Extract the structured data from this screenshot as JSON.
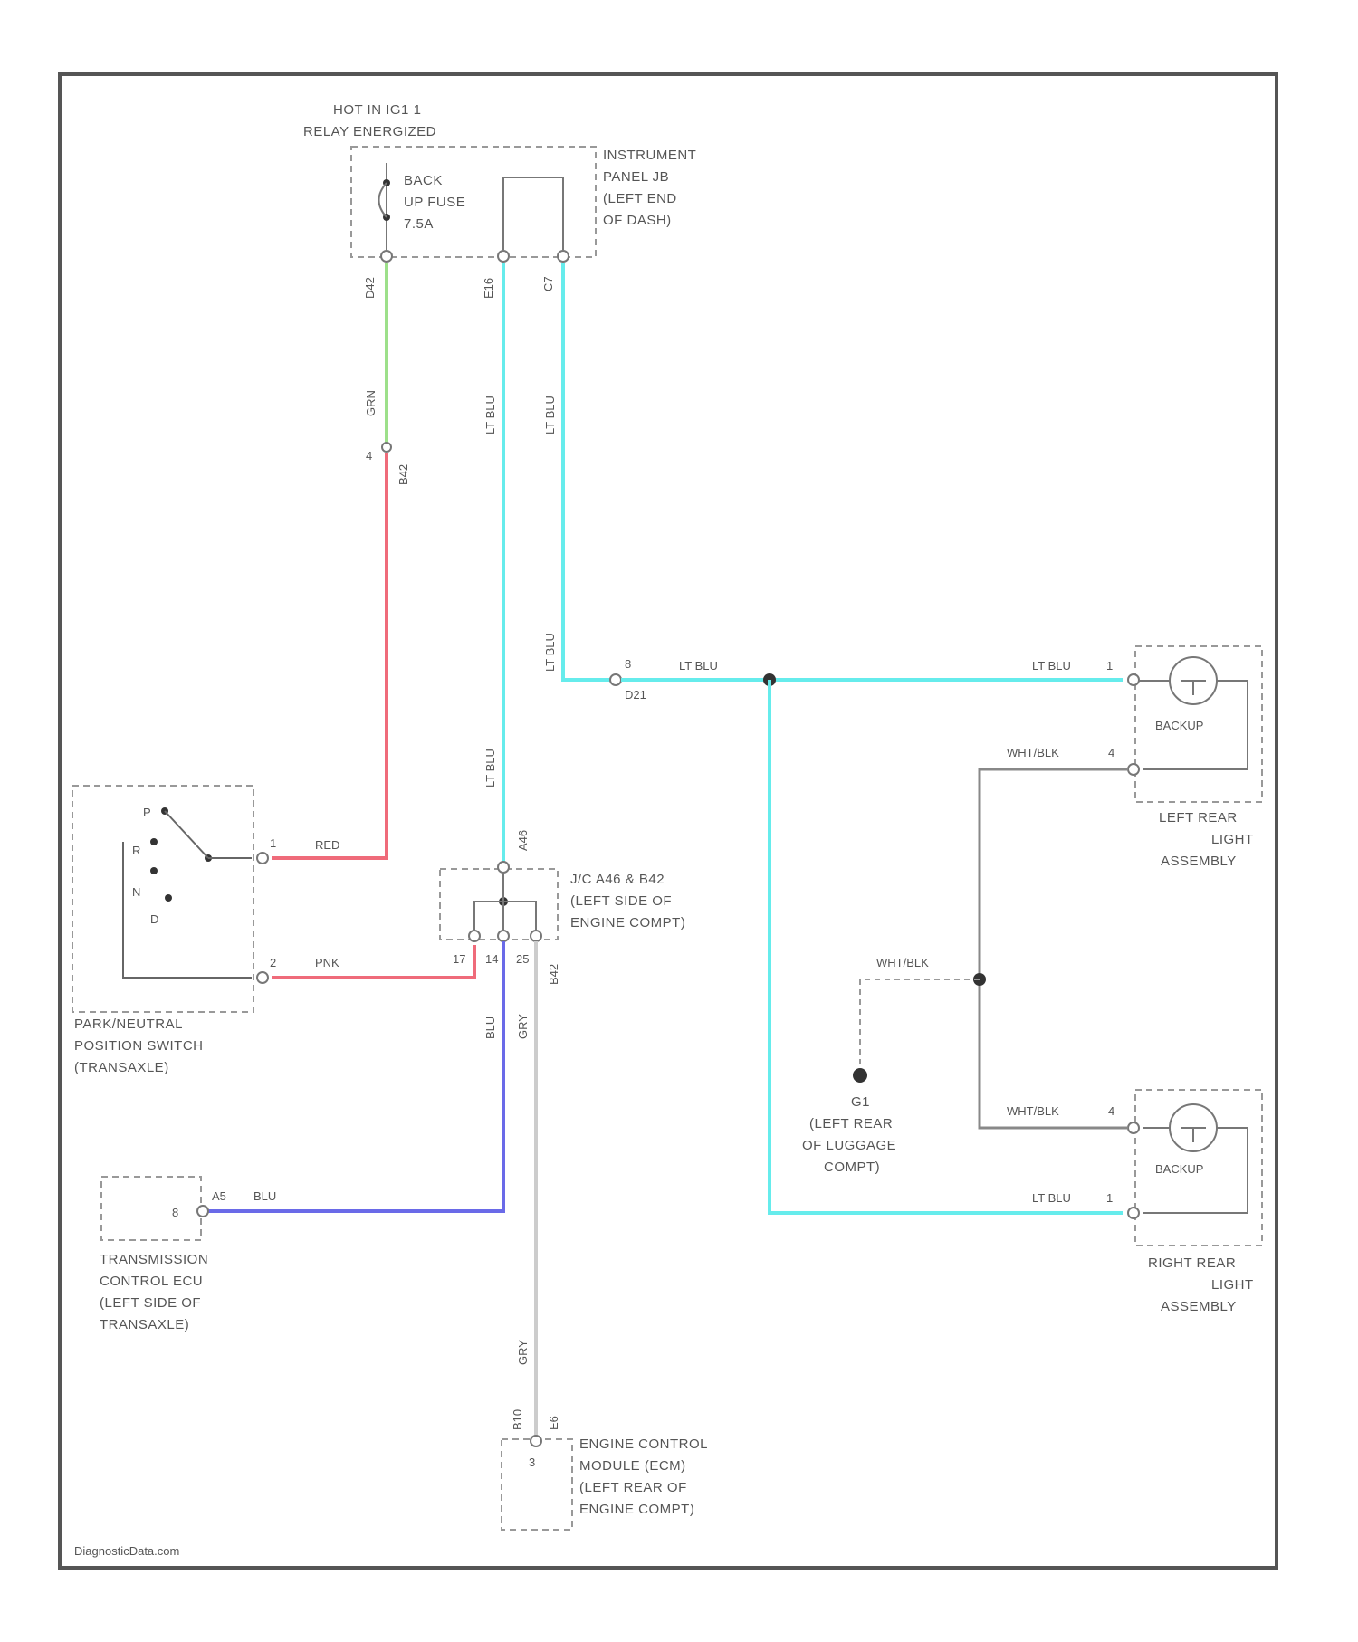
{
  "diagram": {
    "source_label": "DiagnosticData.com",
    "colors": {
      "wire_lt_blu": "#66ecec",
      "wire_red": "#ef6b7a",
      "wire_pnk": "#ef6b7a",
      "wire_grn": "#9de08a",
      "wire_blu": "#6a6ae8",
      "wire_gry": "#cccccc",
      "wire_wht_blk": "#888888",
      "frame": "#555555"
    },
    "power_source": {
      "line1": "HOT IN IG1 1",
      "line2": "RELAY ENERGIZED"
    },
    "fuse": {
      "line1": "BACK",
      "line2": "UP FUSE",
      "line3": "7.5A"
    },
    "instrument_panel_jb": {
      "line1": "INSTRUMENT",
      "line2": "PANEL JB",
      "line3": "(LEFT END",
      "line4": "OF DASH)"
    },
    "park_neutral_switch": {
      "line1": "PARK/NEUTRAL",
      "line2": "POSITION SWITCH",
      "line3": "(TRANSAXLE)",
      "positions": [
        "P",
        "R",
        "N",
        "D"
      ]
    },
    "junction_connector": {
      "line1": "J/C A46 & B42",
      "line2": "(LEFT SIDE OF",
      "line3": "ENGINE COMPT)"
    },
    "transmission_ecu": {
      "line1": "TRANSMISSION",
      "line2": "CONTROL ECU",
      "line3": "(LEFT SIDE OF",
      "line4": "TRANSAXLE)"
    },
    "engine_ecm": {
      "line1": "ENGINE CONTROL",
      "line2": "MODULE (ECM)",
      "line3": "(LEFT REAR OF",
      "line4": "ENGINE COMPT)"
    },
    "left_rear_light": {
      "bulb": "BACKUP",
      "line1": "LEFT REAR",
      "line2": "LIGHT",
      "line3": "ASSEMBLY"
    },
    "right_rear_light": {
      "bulb": "BACKUP",
      "line1": "RIGHT REAR",
      "line2": "LIGHT",
      "line3": "ASSEMBLY"
    },
    "ground": {
      "id": "G1",
      "line1": "(LEFT REAR",
      "line2": "OF LUGGAGE",
      "line3": "COMPT)"
    },
    "wire_labels": {
      "grn": "GRN",
      "red": "RED",
      "pnk": "PNK",
      "blu": "BLU",
      "gry": "GRY",
      "lt_blu": "LT BLU",
      "wht_blk": "WHT/BLK"
    },
    "connector_labels": {
      "c1": "D42",
      "c2": "E16",
      "c3": "C7",
      "c4": "B42",
      "c5": "A46",
      "c6": "D21",
      "c7": "B42",
      "c8": "E6",
      "c9": "A5",
      "c10": "B10"
    },
    "pins": {
      "p1": "1",
      "p2": "2",
      "p3": "3",
      "p4": "4",
      "p8": "8",
      "p14": "14",
      "p17": "17",
      "p25": "25"
    }
  }
}
